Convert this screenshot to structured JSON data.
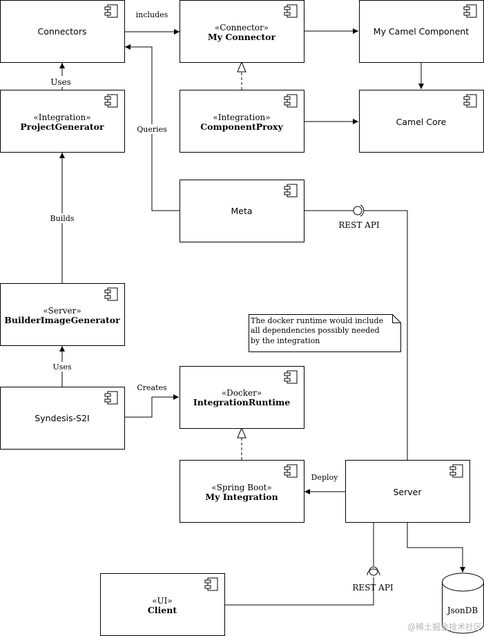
{
  "components": {
    "connectors": {
      "name": "Connectors"
    },
    "my_connector": {
      "stereotype": "«Connector»",
      "name": "My Connector"
    },
    "camel_component": {
      "name": "My Camel Component"
    },
    "project_generator": {
      "stereotype": "«Integration»",
      "name": "ProjectGenerator"
    },
    "component_proxy": {
      "stereotype": "«Integration»",
      "name": "ComponentProxy"
    },
    "camel_core": {
      "name": "Camel Core"
    },
    "meta": {
      "name": "Meta"
    },
    "builder_image_generator": {
      "stereotype": "«Server»",
      "name": "BuilderImageGenerator"
    },
    "syndesis_s2i": {
      "name": "Syndesis-S2I"
    },
    "integration_runtime": {
      "stereotype": "«Docker»",
      "name": "IntegrationRuntime"
    },
    "my_integration": {
      "stereotype": "«Spring Boot»",
      "name": "My Integration"
    },
    "server": {
      "name": "Server"
    },
    "client": {
      "stereotype": "«UI»",
      "name": "Client"
    },
    "jsondb": {
      "name": "JsonDB"
    }
  },
  "edge_labels": {
    "includes": "includes",
    "uses_top": "Uses",
    "queries": "Queries",
    "builds": "Builds",
    "uses_bottom": "Uses",
    "creates": "Creates",
    "deploy": "Deploy"
  },
  "interfaces": {
    "meta_rest": "REST API",
    "server_rest": "REST API"
  },
  "note": {
    "lines": [
      "The docker runtime would include",
      "all dependencies possibly needed",
      "by the integration"
    ]
  },
  "watermark": "@稀土掘金技术社区"
}
